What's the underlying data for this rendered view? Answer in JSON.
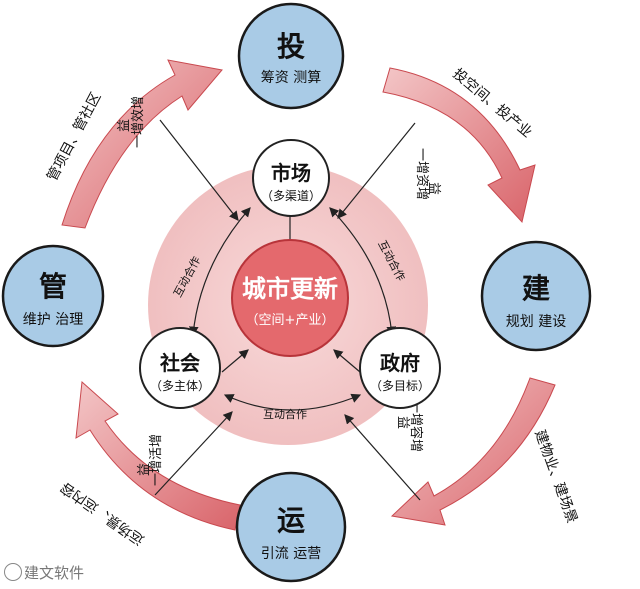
{
  "center": {
    "title": "城市更新",
    "subtitle": "（空间+产业）"
  },
  "inner_nodes": {
    "market": {
      "title": "市场",
      "subtitle": "（多渠道）"
    },
    "society": {
      "title": "社会",
      "subtitle": "（多主体）"
    },
    "government": {
      "title": "政府",
      "subtitle": "（多目标）"
    }
  },
  "interactions": {
    "left": "互动合作",
    "right": "互动合作",
    "bottom": "互动合作"
  },
  "outer_nodes": {
    "invest": {
      "title": "投",
      "subtitle": "筹资 测算"
    },
    "build": {
      "title": "建",
      "subtitle": "规划 建设"
    },
    "operate": {
      "title": "运",
      "subtitle": "引流 运营"
    },
    "manage": {
      "title": "管",
      "subtitle": "维护 治理"
    }
  },
  "arrows": {
    "top_right": "投空间、投产业",
    "bottom_right": "建物业、建场景",
    "bottom_left": "运场景、运内容",
    "top_left": "管项目、管社区"
  },
  "benefits": {
    "top_right": {
      "line1": "一增资增",
      "line2": "益"
    },
    "bottom_right": {
      "line1": "一增容增",
      "line2": "益"
    },
    "bottom_left": {
      "line1": "一增活增",
      "line2": "益"
    },
    "top_left": {
      "line1": "一增效增",
      "line2": "益"
    }
  },
  "watermark": "建文软件",
  "colors": {
    "outer_circle_fill": "#a9cbe6",
    "outer_circle_stroke": "#1a1a1a",
    "center_fill": "#e77577",
    "center_stroke": "#c23a3e",
    "halo_fill": "#f5cfcf",
    "arrow_fill": "#d9656b"
  }
}
